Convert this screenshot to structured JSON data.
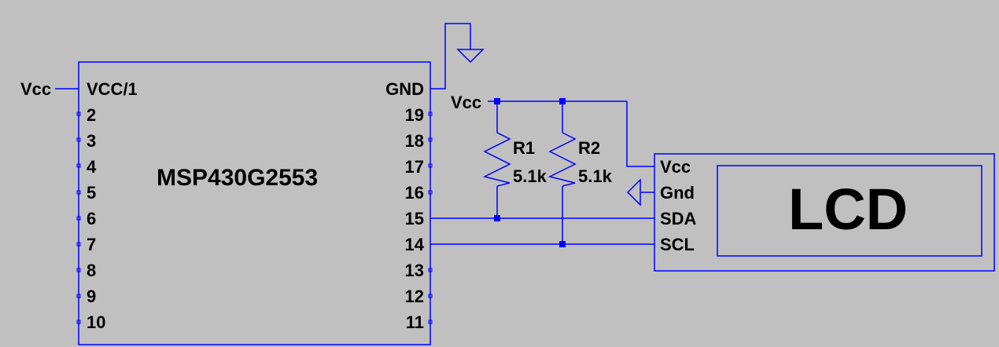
{
  "chip": {
    "name": "MSP430G2553",
    "left_pins": [
      "VCC/1",
      "2",
      "3",
      "4",
      "5",
      "6",
      "7",
      "8",
      "9",
      "10"
    ],
    "right_pins": [
      "GND",
      "19",
      "18",
      "17",
      "16",
      "15",
      "14",
      "13",
      "12",
      "11"
    ]
  },
  "net_labels": {
    "chip_vcc": "Vcc",
    "pullup_vcc": "Vcc"
  },
  "resistors": [
    {
      "name": "R1",
      "value": "5.1k"
    },
    {
      "name": "R2",
      "value": "5.1k"
    }
  ],
  "lcd": {
    "title": "LCD",
    "pins": [
      "Vcc",
      "Gnd",
      "SDA",
      "SCL"
    ]
  },
  "colors": {
    "wire": "#0000ff",
    "background": "#c0c0c0",
    "text": "#000000"
  }
}
